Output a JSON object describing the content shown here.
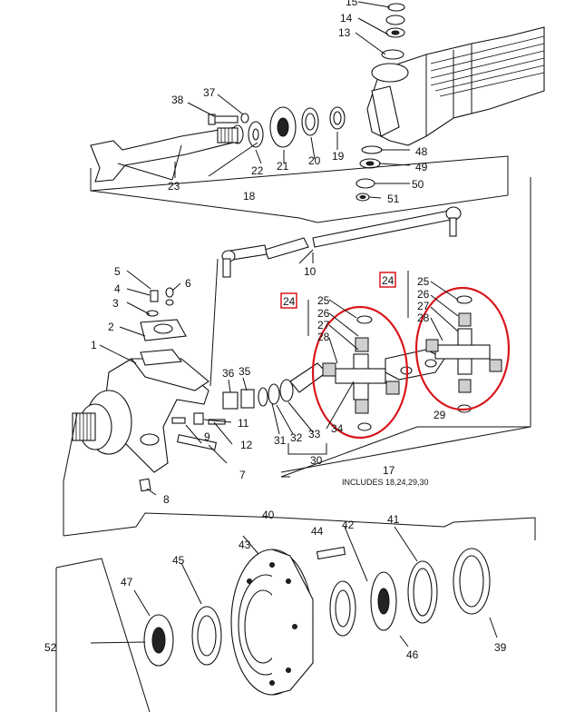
{
  "callouts": {
    "c1": "1",
    "c2": "2",
    "c3": "3",
    "c4": "4",
    "c5": "5",
    "c6": "6",
    "c7": "7",
    "c8": "8",
    "c9": "9",
    "c10": "10",
    "c11": "11",
    "c12": "12",
    "c13": "13",
    "c14": "14",
    "c15": "15",
    "c17": "17",
    "c18": "18",
    "c19": "19",
    "c20": "20",
    "c21": "21",
    "c22": "22",
    "c23": "23",
    "c24a": "24",
    "c24b": "24",
    "c25a": "25",
    "c25b": "25",
    "c26a": "26",
    "c26b": "26",
    "c27a": "27",
    "c27b": "27",
    "c28a": "28",
    "c28b": "28",
    "c29": "29",
    "c30": "30",
    "c31": "31",
    "c32": "32",
    "c33": "33",
    "c34": "34",
    "c35": "35",
    "c36": "36",
    "c37": "37",
    "c38": "38",
    "c39": "39",
    "c40": "40",
    "c41": "41",
    "c42": "42",
    "c43": "43",
    "c44": "44",
    "c45": "45",
    "c46": "46",
    "c47": "47",
    "c48": "48",
    "c49": "49",
    "c50": "50",
    "c51": "51",
    "c52": "52"
  },
  "notes": {
    "includes_17": "INCLUDES 18,24,29,30"
  },
  "highlight_color": "#d9151b"
}
